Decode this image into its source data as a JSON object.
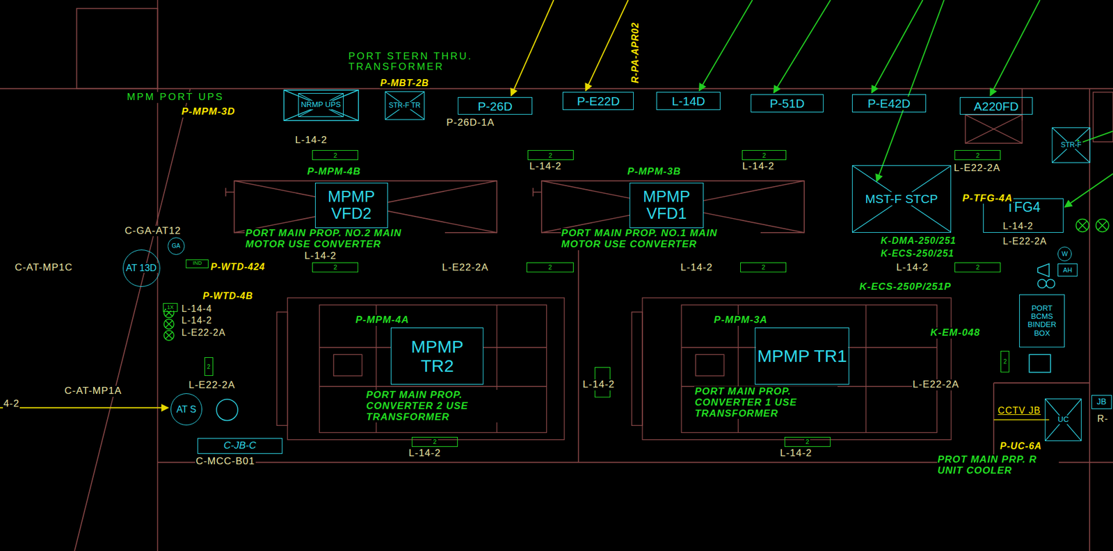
{
  "diagram": {
    "nodes": [
      {
        "text": [
          "NRMP UPS"
        ]
      },
      {
        "text": [
          "STR-F TR"
        ]
      },
      {
        "text": [
          "P-26D"
        ]
      },
      {
        "text": [
          "P-E22D"
        ]
      },
      {
        "text": [
          "L-14D"
        ]
      },
      {
        "text": [
          "P-51D"
        ]
      },
      {
        "text": [
          "P-E42D"
        ]
      },
      {
        "text": [
          "A220FD"
        ]
      },
      {
        "text": [
          "STR-F"
        ]
      },
      {
        "text": [
          "2"
        ]
      },
      {
        "text": [
          "2"
        ]
      },
      {
        "text": [
          "2"
        ]
      },
      {
        "text": [
          "2"
        ]
      },
      {
        "text": [
          "MST-F STCP"
        ]
      },
      {
        "text": [
          "GA"
        ]
      },
      {
        "text": [
          "MPMP VFD2"
        ]
      },
      {
        "text": [
          "MPMP VFD1"
        ]
      },
      {
        "text": [
          "TFG4"
        ]
      },
      {
        "text": [
          "W"
        ]
      },
      {
        "text": [
          "AT 13D"
        ]
      },
      {
        "text": [
          "IND"
        ]
      },
      {
        "text": [
          "2"
        ]
      },
      {
        "text": [
          "2"
        ]
      },
      {
        "text": [
          "2"
        ]
      },
      {
        "text": [
          "2"
        ]
      },
      {
        "text": [
          "AH"
        ]
      },
      {
        "text": [
          "PORT BCMS BINDER BOX"
        ]
      },
      {
        "text": [
          "1X"
        ]
      },
      {
        "text": [
          "MPMP TR2"
        ]
      },
      {
        "text": [
          "MPMP TR1"
        ]
      },
      {
        "text": [
          "2"
        ]
      },
      {
        "text": [
          "2"
        ]
      },
      {
        "text": [
          "2"
        ]
      },
      {
        "text": [
          "AT S"
        ]
      },
      {
        "text": [
          "JB"
        ]
      },
      {
        "text": [
          "UC"
        ]
      },
      {
        "text": [
          "2"
        ]
      },
      {
        "text": [
          "2"
        ]
      },
      {
        "text": [
          "C-JB-C"
        ]
      }
    ],
    "labels": [
      "PORT STERN THRU. TRANSFORMER",
      "P-MBT-2B",
      "R-PA-APR02",
      "MPM PORT UPS",
      "P-MPM-3D",
      "P-26D-1A",
      "L-14-2",
      "L-14-2",
      "L-14-2",
      "L-E22-2A",
      "P-MPM-4B",
      "P-MPM-3B",
      "P-TFG-4A",
      "L-14-2",
      "L-E22-2A",
      "PORT MAIN PROP. NO.2 MAIN MOTOR USE CONVERTER",
      "PORT MAIN PROP. NO.1 MAIN MOTOR USE CONVERTER",
      "C-GA-AT12",
      "K-DMA-250/251",
      "K-ECS-250/251",
      "L-14-2",
      "C-AT-MP1C",
      "P-WTD-424",
      "L-E22-2A",
      "L-14-2",
      "L-14-2",
      "K-ECS-250P/251P",
      "P-WTD-4B",
      "L-14-4",
      "L-14-2",
      "L-E22-2A",
      "P-MPM-4A",
      "P-MPM-3A",
      "K-EM-048",
      "PORT MAIN PROP. CONVERTER 2 USE TRANSFORMER",
      "PORT MAIN PROP. CONVERTER 1 USE TRANSFORMER",
      "L-E22-2A",
      "C-AT-MP1A",
      "4-2",
      "L-14-2",
      "L-E22-2A",
      "CCTV JB",
      "R-",
      "C-MCC-B01",
      "L-14-2",
      "L-14-2",
      "P-UC-6A",
      "PROT MAIN PRP. R UNIT COOLER"
    ]
  }
}
